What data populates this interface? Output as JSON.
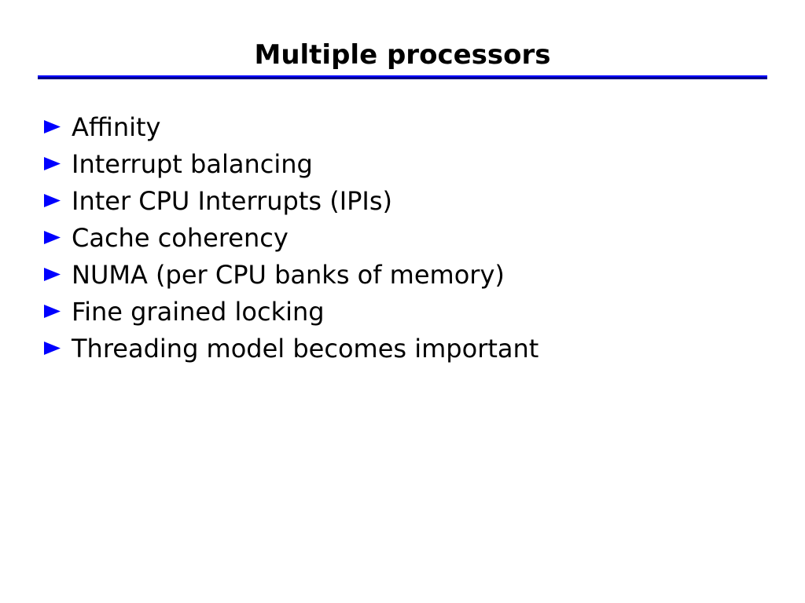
{
  "slide": {
    "title": "Multiple processors",
    "background_color": "#ffffff",
    "title_color": "#000000",
    "rule_color": "#0000cc",
    "bullet_color": "#0000ff",
    "bullet_icon": "triangle-right-icon",
    "bullets": [
      {
        "text": "Affinity"
      },
      {
        "text": "Interrupt balancing"
      },
      {
        "text": "Inter CPU Interrupts (IPIs)"
      },
      {
        "text": "Cache coherency"
      },
      {
        "text": "NUMA (per CPU banks of memory)"
      },
      {
        "text": "Fine grained locking"
      },
      {
        "text": "Threading model becomes important"
      }
    ]
  }
}
